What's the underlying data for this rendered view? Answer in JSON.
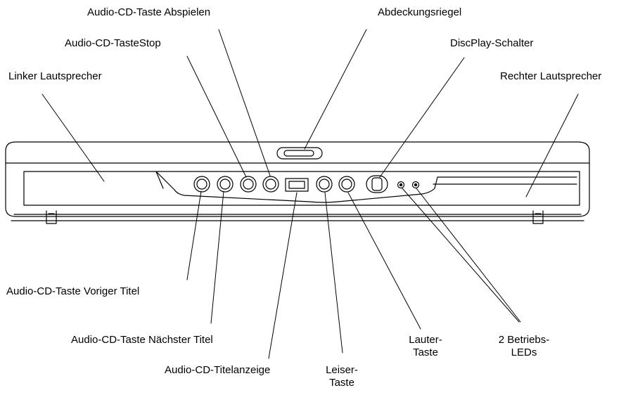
{
  "labels": {
    "play_button": "Audio-CD-Taste Abspielen",
    "cover_latch": "Abdeckungsriegel",
    "stop_button": "Audio-CD-TasteStop",
    "discplay_switch": "DiscPlay-Schalter",
    "left_speaker": "Linker Lautsprecher",
    "right_speaker": "Rechter Lautsprecher",
    "prev_track_button": "Audio-CD-Taste Voriger Titel",
    "next_track_button": "Audio-CD-Taste Nächster Titel",
    "louder_button": {
      "line1": "Lauter-",
      "line2": "Taste"
    },
    "status_leds": {
      "line1": "2 Betriebs-",
      "line2": "LEDs"
    },
    "track_display": "Audio-CD-Titelanzeige",
    "quieter_button": {
      "line1": "Leiser-",
      "line2": "Taste"
    }
  },
  "colors": {
    "line": "#000000",
    "background": "#ffffff"
  }
}
